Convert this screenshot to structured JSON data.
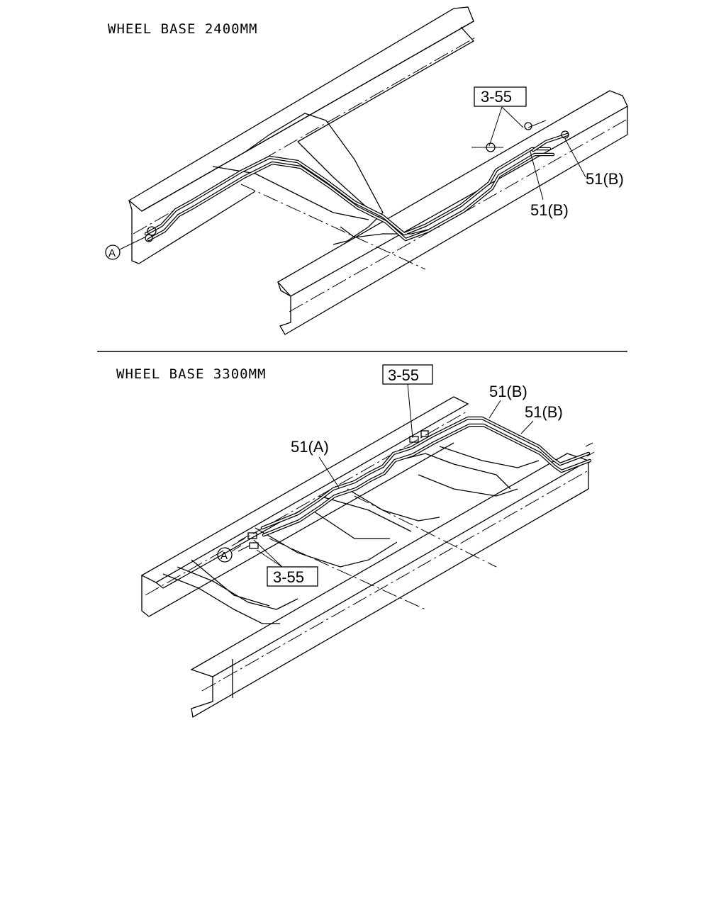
{
  "diagrams": [
    {
      "title": "WHEEL BASE 2400MM",
      "callouts": {
        "ref_box": "3-55",
        "part_upper": "51(B)",
        "part_lower": "51(B)",
        "circle_ref": "A"
      }
    },
    {
      "title": "WHEEL BASE 3300MM",
      "callouts": {
        "ref_box_top": "3-55",
        "ref_box_bottom": "3-55",
        "part_b_upper": "51(B)",
        "part_b_lower": "51(B)",
        "part_a": "51(A)",
        "circle_ref": "A"
      }
    }
  ]
}
